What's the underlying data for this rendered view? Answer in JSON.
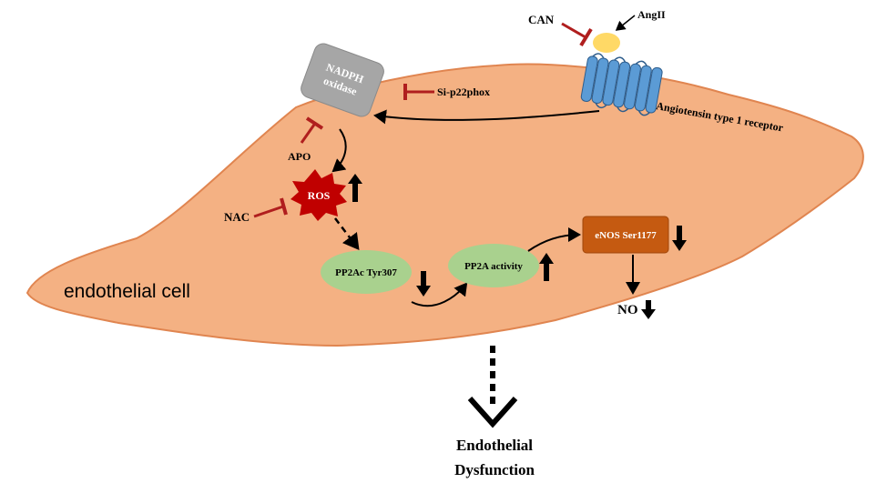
{
  "colors": {
    "cell_fill": "#f4b183",
    "cell_stroke": "#e08550",
    "inhibitor": "#b01e1e",
    "nadph_fill": "#a6a6a6",
    "ros_fill": "#c00000",
    "pp2a_fill": "#a9d18e",
    "enos_fill": "#c55a11",
    "receptor_fill": "#5b9bd5",
    "ligand_fill": "#ffd966"
  },
  "labels": {
    "can": "CAN",
    "angii": "AngII",
    "receptor": "Angiotensin type 1 receptor",
    "nadph_line1": "NADPH",
    "nadph_line2": "oxidase",
    "si_p22phox": "Si-p22phox",
    "apo": "APO",
    "ros": "ROS",
    "nac": "NAC",
    "pp2ac": "PP2Ac Tyr307",
    "pp2a_activity": "PP2A activity",
    "enos": "eNOS Ser1177",
    "no": "NO",
    "cell": "endothelial cell",
    "outcome_line1": "Endothelial",
    "outcome_line2": "Dysfunction"
  },
  "trends": {
    "ros": "up",
    "pp2ac": "down",
    "pp2a_activity": "up",
    "enos": "down",
    "no": "down"
  }
}
